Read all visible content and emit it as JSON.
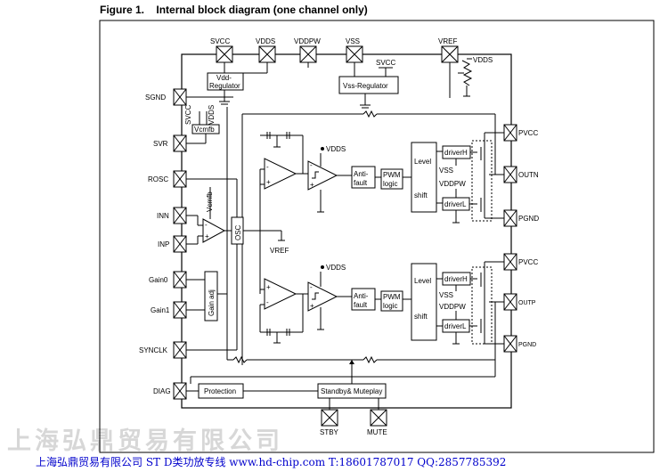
{
  "figure": {
    "number": "Figure 1.",
    "title": "Internal block diagram (one channel only)"
  },
  "pins": {
    "top": [
      "SVCC",
      "VDDS",
      "VDDPW",
      "VSS",
      "VREF"
    ],
    "left": [
      "SGND",
      "SVR",
      "ROSC",
      "INN",
      "INP",
      "Gain0",
      "Gain1",
      "SYNCLK",
      "DIAG"
    ],
    "right": [
      "PVCC",
      "OUTN",
      "PGND",
      "PVCC",
      "OUTP",
      "PGND"
    ],
    "bottom": [
      "STBY",
      "MUTE"
    ]
  },
  "blocks": {
    "vdd_regulator": [
      "Vdd-",
      "Regulator"
    ],
    "vss_regulator": "Vss-Regulator",
    "vcmfb": "Vcmfb",
    "vcmfb_vertical": "Vcmfb",
    "osc": "OSC",
    "gain_adj": "Gain adj",
    "anti_fault": [
      "Anti-",
      "fault"
    ],
    "pwm_logic": [
      "PWM",
      "logic"
    ],
    "level_shift": [
      "Level",
      "shift"
    ],
    "driver_h": "driverH",
    "driver_l": "driverL",
    "protection": "Protection",
    "standby_mute": "Standby& Muteplay"
  },
  "labels": {
    "svcc": "SVCC",
    "vdds": "VDDS",
    "vss": "VSS",
    "vddpw": "VDDPW",
    "vref": "VREF"
  },
  "watermark": "上海弘鼎贸易有限公司",
  "footer": "上海弘鼎贸易有限公司 ST D类功放专线 www.hd-chip.com T:18601787017 QQ:2857785392"
}
